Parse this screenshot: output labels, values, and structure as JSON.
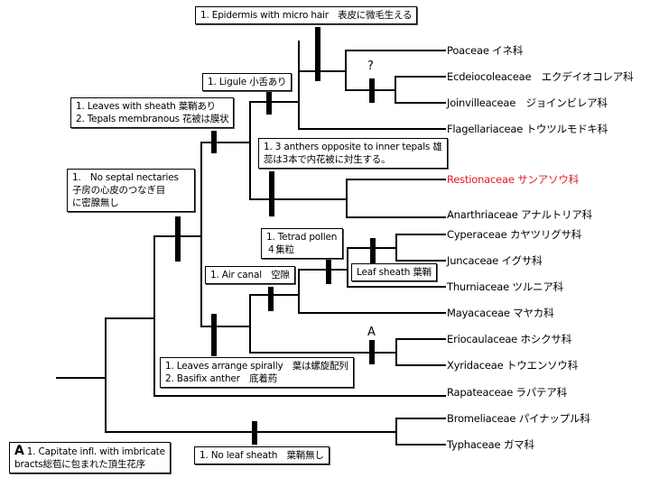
{
  "title": "Poales cladogram with synapomorphies",
  "colors": {
    "line": "#000000",
    "highlight_taxon": "#e8131b"
  },
  "taxa": [
    {
      "id": "poaceae",
      "label": "Poaceae イネ科",
      "highlight": false
    },
    {
      "id": "ecdeiocoleaceae",
      "label": "Ecdeiocoleaceae　エクデイオコレア科",
      "highlight": false
    },
    {
      "id": "joinvilleaceae",
      "label": "Joinvilleaceae　ジョインビレア科",
      "highlight": false
    },
    {
      "id": "flagellariaceae",
      "label": "Flagellariaceae トウツルモドキ科",
      "highlight": false
    },
    {
      "id": "restionaceae",
      "label": "Restionaceae サンアソウ科",
      "highlight": true
    },
    {
      "id": "anarthriaceae",
      "label": "Anarthriaceae アナルトリア科",
      "highlight": false
    },
    {
      "id": "cyperaceae",
      "label": "Cyperaceae カヤツリグサ科",
      "highlight": false
    },
    {
      "id": "juncaceae",
      "label": "Juncaceae イグサ科",
      "highlight": false
    },
    {
      "id": "thurniaceae",
      "label": "Thurniaceae ツルニア科",
      "highlight": false
    },
    {
      "id": "mayacaceae",
      "label": "Mayacaceae マヤカ科",
      "highlight": false
    },
    {
      "id": "eriocaulaceae",
      "label": "Eriocaulaceae ホシクサ科",
      "highlight": false
    },
    {
      "id": "xyridaceae",
      "label": "Xyridaceae トウエンソウ科",
      "highlight": false
    },
    {
      "id": "rapateaceae",
      "label": "Rapateaceae ラパテア科",
      "highlight": false
    },
    {
      "id": "bromeliaceae",
      "label": "Bromeliaceae パイナップル科",
      "highlight": false
    },
    {
      "id": "typhaceae",
      "label": "Typhaceae ガマ科",
      "highlight": false
    }
  ],
  "characters": {
    "epidermis": [
      "1. Epidermis with micro hair　表皮に微毛生える"
    ],
    "ligule": [
      "1. Ligule 小舌あり"
    ],
    "sheath_tepals": [
      "1. Leaves with sheath 葉鞘あり",
      "2. Tepals membranous 花被は膜状"
    ],
    "anthers": [
      "1. 3 anthers opposite to inner tepals 雄",
      "蕊は3本で内花被に対生する。"
    ],
    "septal": [
      "1.　No septal nectaries",
      "子房の心皮のつなぎ目",
      "に密腺無し"
    ],
    "tetrad": [
      "1. Tetrad pollen",
      "４集粒"
    ],
    "leaf_sheath": [
      "Leaf sheath 葉鞘"
    ],
    "air_canal": [
      "1. Air canal　空隙"
    ],
    "spiral": [
      "1. Leaves arrange spirally　葉は螺旋配列",
      "2. Basifix anther　底着葯"
    ],
    "no_sheath": [
      "1. No leaf sheath　葉鞘無し"
    ],
    "capitate": {
      "letter": "A",
      "lines": [
        "1. Capitate infl. with imbricate",
        "bracts総苞に包まれた頂生花序"
      ]
    }
  },
  "markers": {
    "question": "?",
    "node_a": "A"
  }
}
